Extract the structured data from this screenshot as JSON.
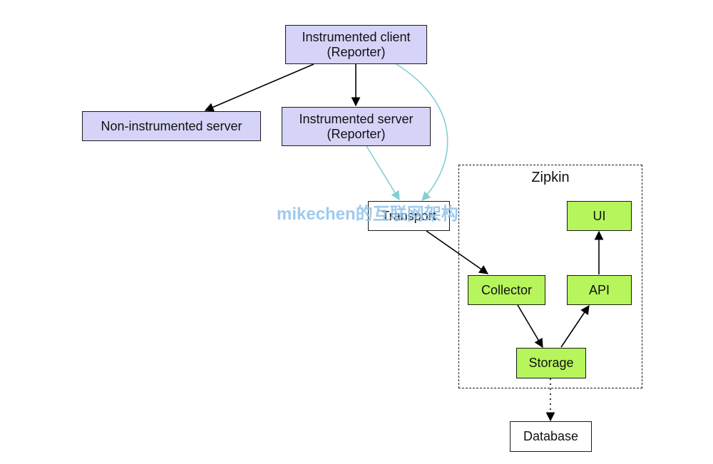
{
  "nodes": {
    "instrumented_client": {
      "line1": "Instrumented client",
      "line2": "(Reporter)"
    },
    "non_instrumented_server": {
      "label": "Non-instrumented server"
    },
    "instrumented_server": {
      "line1": "Instrumented server",
      "line2": "(Reporter)"
    },
    "transport": {
      "label": "Transport"
    },
    "collector": {
      "label": "Collector"
    },
    "storage": {
      "label": "Storage"
    },
    "api": {
      "label": "API"
    },
    "ui": {
      "label": "UI"
    },
    "database": {
      "label": "Database"
    }
  },
  "zipkin": {
    "title": "Zipkin"
  },
  "watermark": {
    "text": "mikechen的互联网架构"
  },
  "colors": {
    "reporter_fill": "#d5d4f8",
    "zipkin_component_fill": "#b6f55c",
    "span_flow_arrow": "#86cfd1",
    "call_arrow": "#000000",
    "border": "#1a1a1a"
  }
}
